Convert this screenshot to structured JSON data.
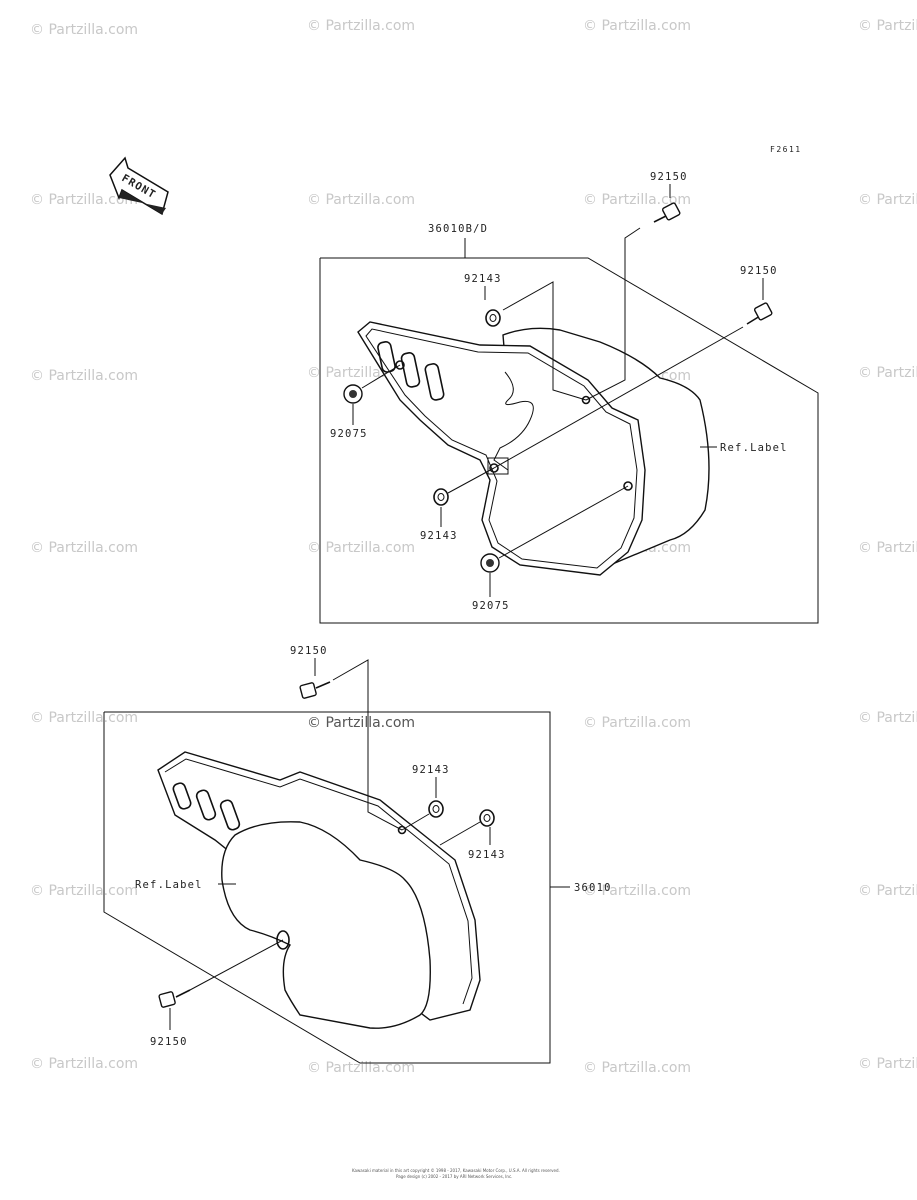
{
  "watermark": "© Partzilla.com",
  "figure_code": "F2611",
  "front_label": "FRONT",
  "labels": {
    "top_assembly": "36010B/D",
    "bottom_assembly": "36010",
    "bolt": "92150",
    "grommet": "92143",
    "damper": "92075",
    "ref_label": "Ref.Label"
  },
  "footer": {
    "line1": "Kawasaki material in this art copyright © 1998 - 2017, Kawasaki Motor Corp., U.S.A. All rights reserved.",
    "line2": "Page design (c) 2002 - 2017 by ARI Network Services, Inc."
  }
}
